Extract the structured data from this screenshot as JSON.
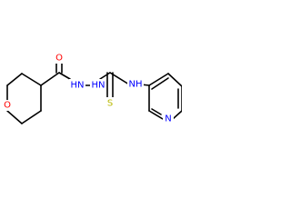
{
  "molecule": {
    "atoms": [
      {
        "id": "ring-o",
        "label": "O",
        "color": "#ff0000"
      },
      {
        "id": "carbonyl-o",
        "label": "O",
        "color": "#ff0000"
      },
      {
        "id": "hydrazide-nh-1",
        "label": "HN",
        "color": "#0000ff"
      },
      {
        "id": "hydrazide-nh-2",
        "label": "HN",
        "color": "#0000ff"
      },
      {
        "id": "thioamide-nh",
        "label": "NH",
        "color": "#0000ff"
      },
      {
        "id": "thione-s",
        "label": "S",
        "color": "#b8b800"
      },
      {
        "id": "pyridine-n",
        "label": "N",
        "color": "#0000ff"
      }
    ]
  }
}
